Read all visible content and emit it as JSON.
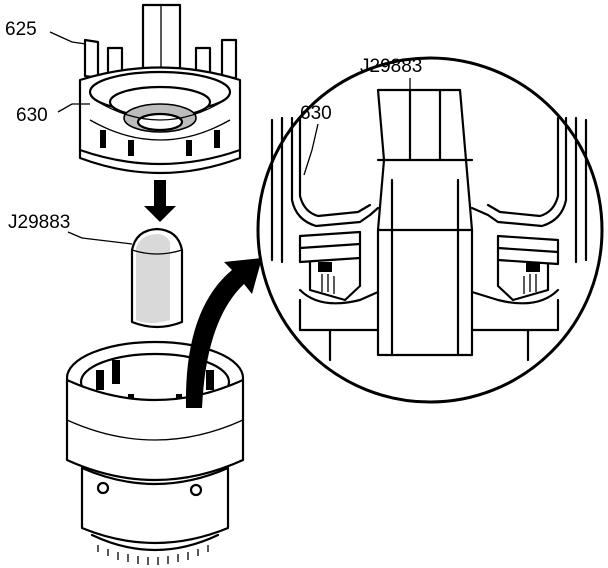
{
  "callouts": {
    "part_625": "625",
    "part_630_left": "630",
    "part_630_detail": "630",
    "tool_left": "J29883",
    "tool_detail": "J29883"
  },
  "colors": {
    "line": "#000000",
    "background": "#ffffff",
    "shade": "#bdbdbd"
  }
}
